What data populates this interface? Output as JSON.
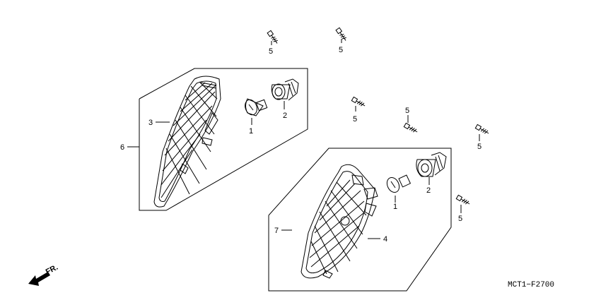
{
  "parts": [
    {
      "id": "1",
      "label": "1"
    },
    {
      "id": "2",
      "label": "2"
    },
    {
      "id": "3",
      "label": "3"
    },
    {
      "id": "4",
      "label": "4"
    },
    {
      "id": "5",
      "label": "5"
    },
    {
      "id": "6",
      "label": "6"
    },
    {
      "id": "7",
      "label": "7"
    }
  ],
  "labels": {
    "bulb_left": "1",
    "socket_left": "2",
    "lens_left": "3",
    "assy_left": "6",
    "bulb_right": "1",
    "socket_right": "2",
    "lens_right": "4",
    "assy_right": "7",
    "screw_a": "5",
    "screw_b": "5",
    "screw_c": "5",
    "screw_d": "5",
    "screw_e": "5",
    "screw_f": "5"
  },
  "front_indicator": "FR.",
  "diagram_code": "MCT1−F2700"
}
